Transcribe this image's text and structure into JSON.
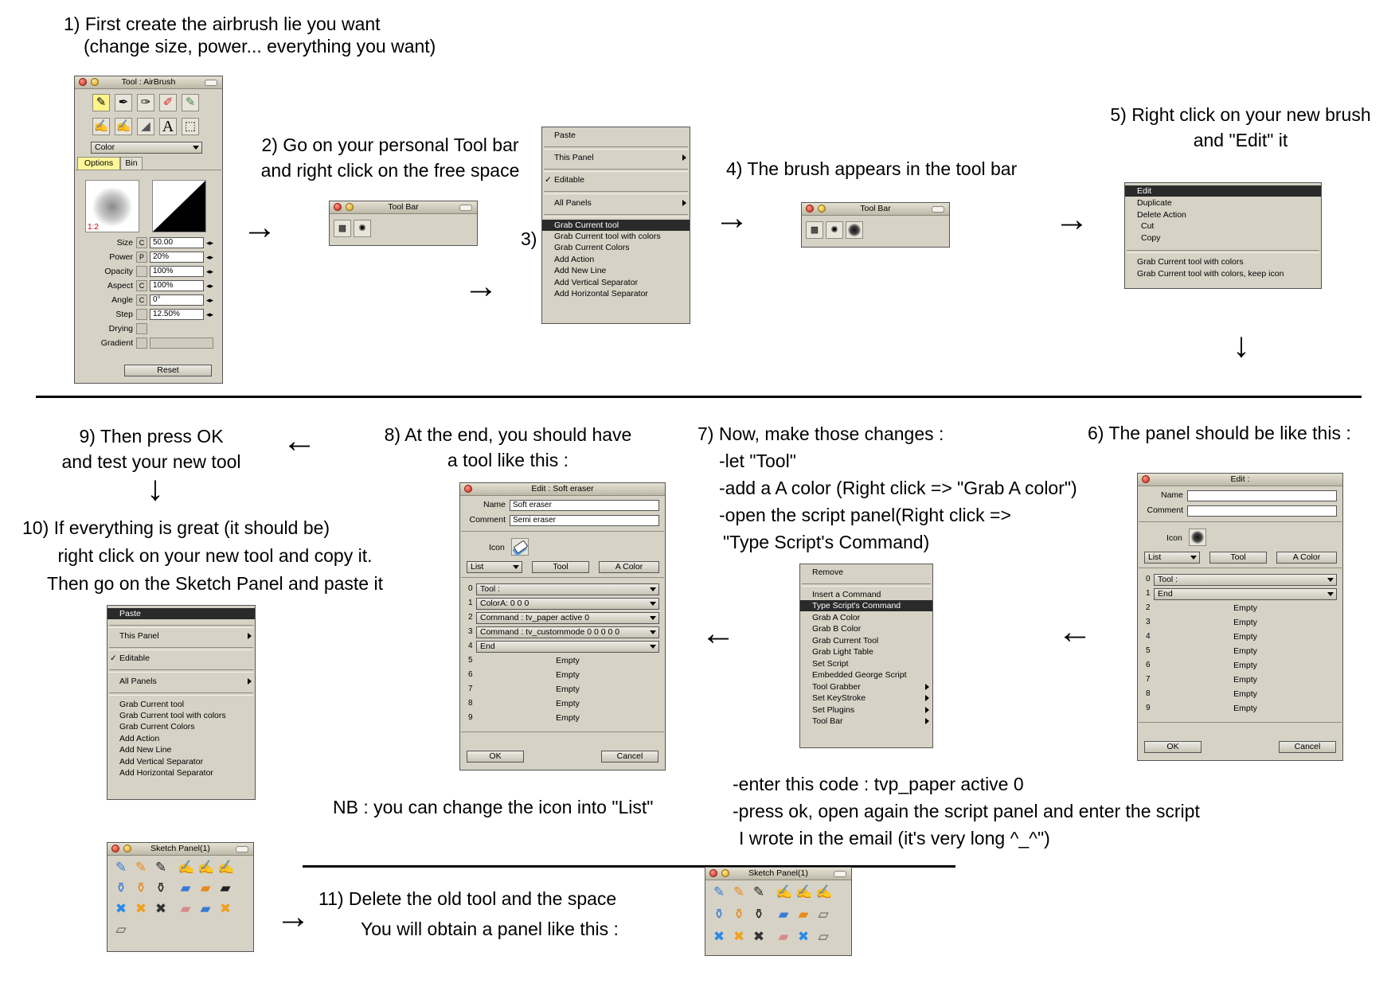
{
  "steps": {
    "s1": [
      "1) First create the airbrush lie you want",
      "(change size, power... everything you want)"
    ],
    "s2": [
      "2) Go on your personal Tool bar",
      "and right click on the free space"
    ],
    "s3": "3)",
    "s4": "4) The brush appears in the tool bar",
    "s5": [
      "5) Right click on your new brush",
      "and \"Edit\" it"
    ],
    "s6": "6) The panel should be like this :",
    "s7": [
      "7) Now, make those changes :",
      "-let \"Tool\"",
      "-add a A color (Right click => \"Grab A color\")",
      "-open the script panel(Right click =>",
      "\"Type Script's Command)"
    ],
    "s7b": [
      "-enter this code : tvp_paper active 0",
      "-press ok, open again the script panel and enter the script",
      "I wrote in the email (it's very long ^_^\")"
    ],
    "s8": [
      "8) At the end, you should have",
      "a tool like this :"
    ],
    "nb": "NB : you can change the icon into \"List\"",
    "s9": [
      "9) Then press OK",
      "and test your new tool"
    ],
    "s10": [
      "10) If everything is great (it should be)",
      "right click on your new tool and copy it.",
      "Then go on the Sketch Panel and paste it"
    ],
    "s11": [
      "11) Delete the old tool and the space",
      "You will obtain a panel like this :"
    ]
  },
  "airbrush": {
    "title": "Tool : AirBrush",
    "color_select": "Color",
    "tabs": [
      "Options",
      "Bin"
    ],
    "ratio": "1:2",
    "params": [
      {
        "label": "Size",
        "flag": "C",
        "value": "50.00"
      },
      {
        "label": "Power",
        "flag": "P",
        "value": "20%"
      },
      {
        "label": "Opacity",
        "flag": "",
        "value": "100%"
      },
      {
        "label": "Aspect",
        "flag": "C",
        "value": "100%"
      },
      {
        "label": "Angle",
        "flag": "C",
        "value": "0°"
      },
      {
        "label": "Step",
        "flag": "",
        "value": "12.50%"
      },
      {
        "label": "Drying",
        "flag": "",
        "value": ""
      },
      {
        "label": "Gradient",
        "flag": "",
        "value": ""
      }
    ],
    "reset": "Reset",
    "text_tool_glyph": "A"
  },
  "toolbar1": {
    "title": "Tool Bar"
  },
  "toolbar2": {
    "title": "Tool Bar"
  },
  "menu_paste": {
    "items": [
      "Paste",
      "This Panel",
      "Editable",
      "All Panels",
      "Grab Current tool",
      "Grab Current tool with colors",
      "Grab Current Colors",
      "Add Action",
      "Add New Line",
      "Add Vertical Separator",
      "Add Horizontal Separator"
    ],
    "checkmark": "✓"
  },
  "menu_edit": {
    "items": [
      "Edit",
      "Duplicate",
      "Delete Action",
      "Cut",
      "Copy",
      "Grab Current tool with colors",
      "Grab Current tool with colors, keep icon"
    ]
  },
  "menu_script": {
    "items": [
      "Remove",
      "Insert a Command",
      "Type Script's Command",
      "Grab A Color",
      "Grab B Color",
      "Grab Current Tool",
      "Grab Light Table",
      "Set Script",
      "Embedded George Script",
      "Tool Grabber",
      "Set KeyStroke",
      "Set Plugins",
      "Tool Bar"
    ]
  },
  "menu_paste2": {
    "items": [
      "Paste",
      "This Panel",
      "Editable",
      "All Panels",
      "Grab Current tool",
      "Grab Current tool with colors",
      "Grab Current Colors",
      "Add Action",
      "Add New Line",
      "Add Vertical Separator",
      "Add Horizontal Separator"
    ],
    "checkmark": "✓"
  },
  "edit_empty": {
    "title": "Edit :",
    "name_label": "Name",
    "name_value": "",
    "comment_label": "Comment",
    "comment_value": "",
    "icon_label": "Icon",
    "list": "List",
    "tool_btn": "Tool",
    "acolor_btn": "A Color",
    "rows": [
      {
        "n": "0",
        "v": "Tool :",
        "combo": true
      },
      {
        "n": "1",
        "v": "End",
        "combo": true
      },
      {
        "n": "2",
        "v": "Empty"
      },
      {
        "n": "3",
        "v": "Empty"
      },
      {
        "n": "4",
        "v": "Empty"
      },
      {
        "n": "5",
        "v": "Empty"
      },
      {
        "n": "6",
        "v": "Empty"
      },
      {
        "n": "7",
        "v": "Empty"
      },
      {
        "n": "8",
        "v": "Empty"
      },
      {
        "n": "9",
        "v": "Empty"
      }
    ],
    "ok": "OK",
    "cancel": "Cancel"
  },
  "edit_soft": {
    "title": "Edit : Soft eraser",
    "name_label": "Name",
    "name_value": "Soft eraser",
    "comment_label": "Comment",
    "comment_value": "Semi eraser",
    "icon_label": "Icon",
    "list": "List",
    "tool_btn": "Tool",
    "acolor_btn": "A Color",
    "rows": [
      {
        "n": "0",
        "v": "Tool :",
        "combo": true
      },
      {
        "n": "1",
        "v": "ColorA: 0 0 0",
        "combo": true
      },
      {
        "n": "2",
        "v": "Command : tv_paper active 0",
        "combo": true
      },
      {
        "n": "3",
        "v": "Command : tv_custommode 0 0 0 0 0",
        "combo": true
      },
      {
        "n": "4",
        "v": "End",
        "combo": true
      },
      {
        "n": "5",
        "v": "Empty"
      },
      {
        "n": "6",
        "v": "Empty"
      },
      {
        "n": "7",
        "v": "Empty"
      },
      {
        "n": "8",
        "v": "Empty"
      },
      {
        "n": "9",
        "v": "Empty"
      }
    ],
    "ok": "OK",
    "cancel": "Cancel"
  },
  "sketch1": {
    "title": "Sketch Panel(1)"
  },
  "sketch2": {
    "title": "Sketch Panel(1)"
  },
  "arrow_glyphs": {
    "right": "→",
    "left": "←",
    "down": "↓"
  },
  "colors": {
    "panel": "#d6d3c6",
    "selected": "#2a2a2a",
    "highlight_tab": "#fff79a"
  }
}
